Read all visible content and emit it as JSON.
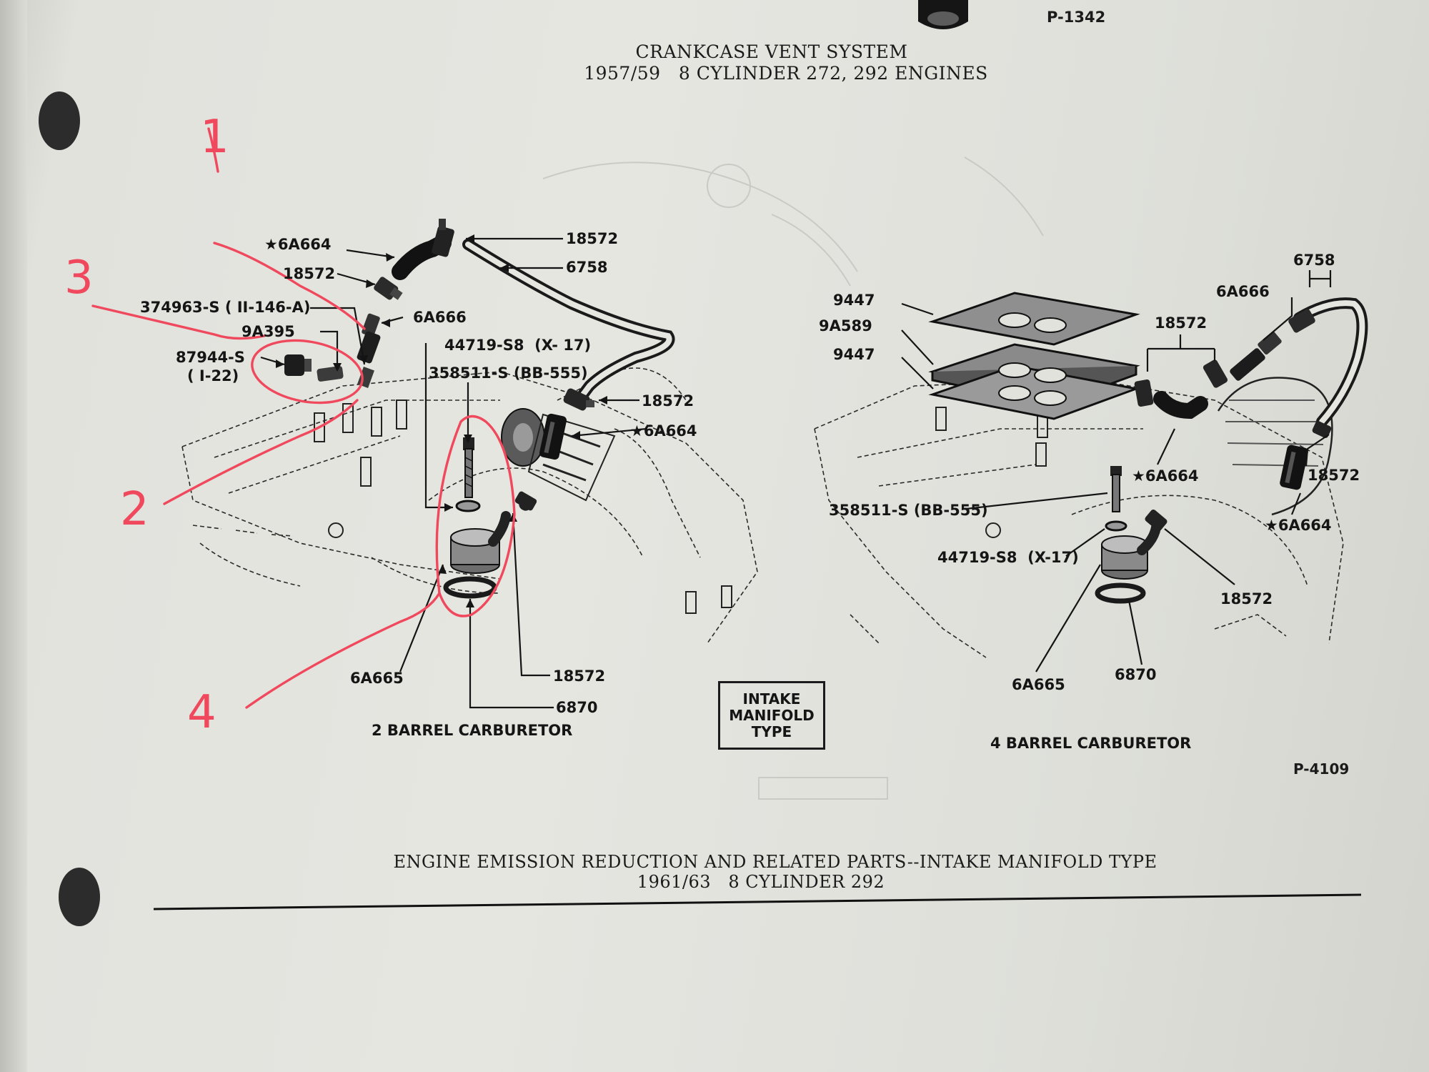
{
  "page_codes": {
    "top_right": "P-1342",
    "bottom_right": "P-4109"
  },
  "header": {
    "title": "CRANKCASE VENT SYSTEM",
    "subtitle": "1957/59   8 CYLINDER 272, 292 ENGINES"
  },
  "left_diagram": {
    "caption": "2 BARREL CARBURETOR",
    "callouts": {
      "c6a664_top": "★6A664",
      "c18572_top": "18572",
      "c6758": "6758",
      "c18572_b": "18572",
      "c374963": "374963-S ( II-146-A)",
      "c6a666": "6A666",
      "c9a395": "9A395",
      "c44719": "44719-S8  (X- 17)",
      "c87944": "87944-S",
      "c87944_sub": "( I-22)",
      "c358511": "358511-S (BB-555)",
      "c18572_c": "18572",
      "c6a664_mid": "★6A664",
      "c6a665": "6A665",
      "c18572_d": "18572",
      "c6870": "6870"
    }
  },
  "center_box": {
    "lines": [
      "INTAKE",
      "MANIFOLD",
      "TYPE"
    ]
  },
  "right_diagram": {
    "caption": "4 BARREL CARBURETOR",
    "callouts": {
      "c6758": "6758",
      "c6a666": "6A666",
      "c9447_a": "9447",
      "c9a589": "9A589",
      "c9447_b": "9447",
      "c18572_top": "18572",
      "c6a664_a": "★6A664",
      "c18572_r": "18572",
      "c358511": "358511-S (BB-555)",
      "c6a664_b": "★6A664",
      "c44719": "44719-S8  (X-17)",
      "c18572_b": "18572",
      "c6a665": "6A665",
      "c6870": "6870"
    }
  },
  "handwritten_marks": [
    "1",
    "2",
    "3",
    "4"
  ],
  "footer": {
    "title": "ENGINE EMISSION REDUCTION AND RELATED PARTS--INTAKE MANIFOLD TYPE",
    "subtitle": "1961/63   8 CYLINDER 292"
  },
  "colors": {
    "paper": "#e2e2dc",
    "ink": "#1b1b1b",
    "annotation": "#f0485c"
  }
}
